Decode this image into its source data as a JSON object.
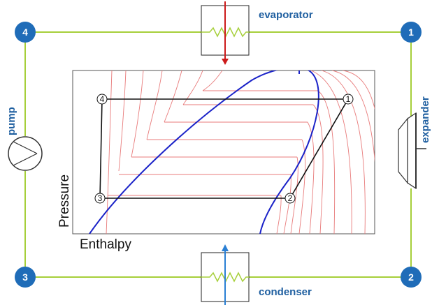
{
  "components": {
    "evaporator": "evaporator",
    "condenser": "condenser",
    "pump": "pump",
    "expander": "expander"
  },
  "nodes": [
    "1",
    "2",
    "3",
    "4"
  ],
  "diagram": {
    "xlabel": "Enthalpy",
    "ylabel": "Pressure",
    "points": [
      "1",
      "2",
      "3",
      "4"
    ]
  },
  "colors": {
    "pipe": "#a6cf3a",
    "node": "#1f6cb8",
    "isotherm": "#e87b7b",
    "dome": "#1a22c8",
    "cycle": "#111111",
    "heat_in": "#cc1a1a",
    "heat_out": "#2a7fd4"
  },
  "icons": [
    "pump-icon",
    "expander-icon",
    "heat-exchanger-icon",
    "arrow-down-icon",
    "arrow-up-icon"
  ]
}
